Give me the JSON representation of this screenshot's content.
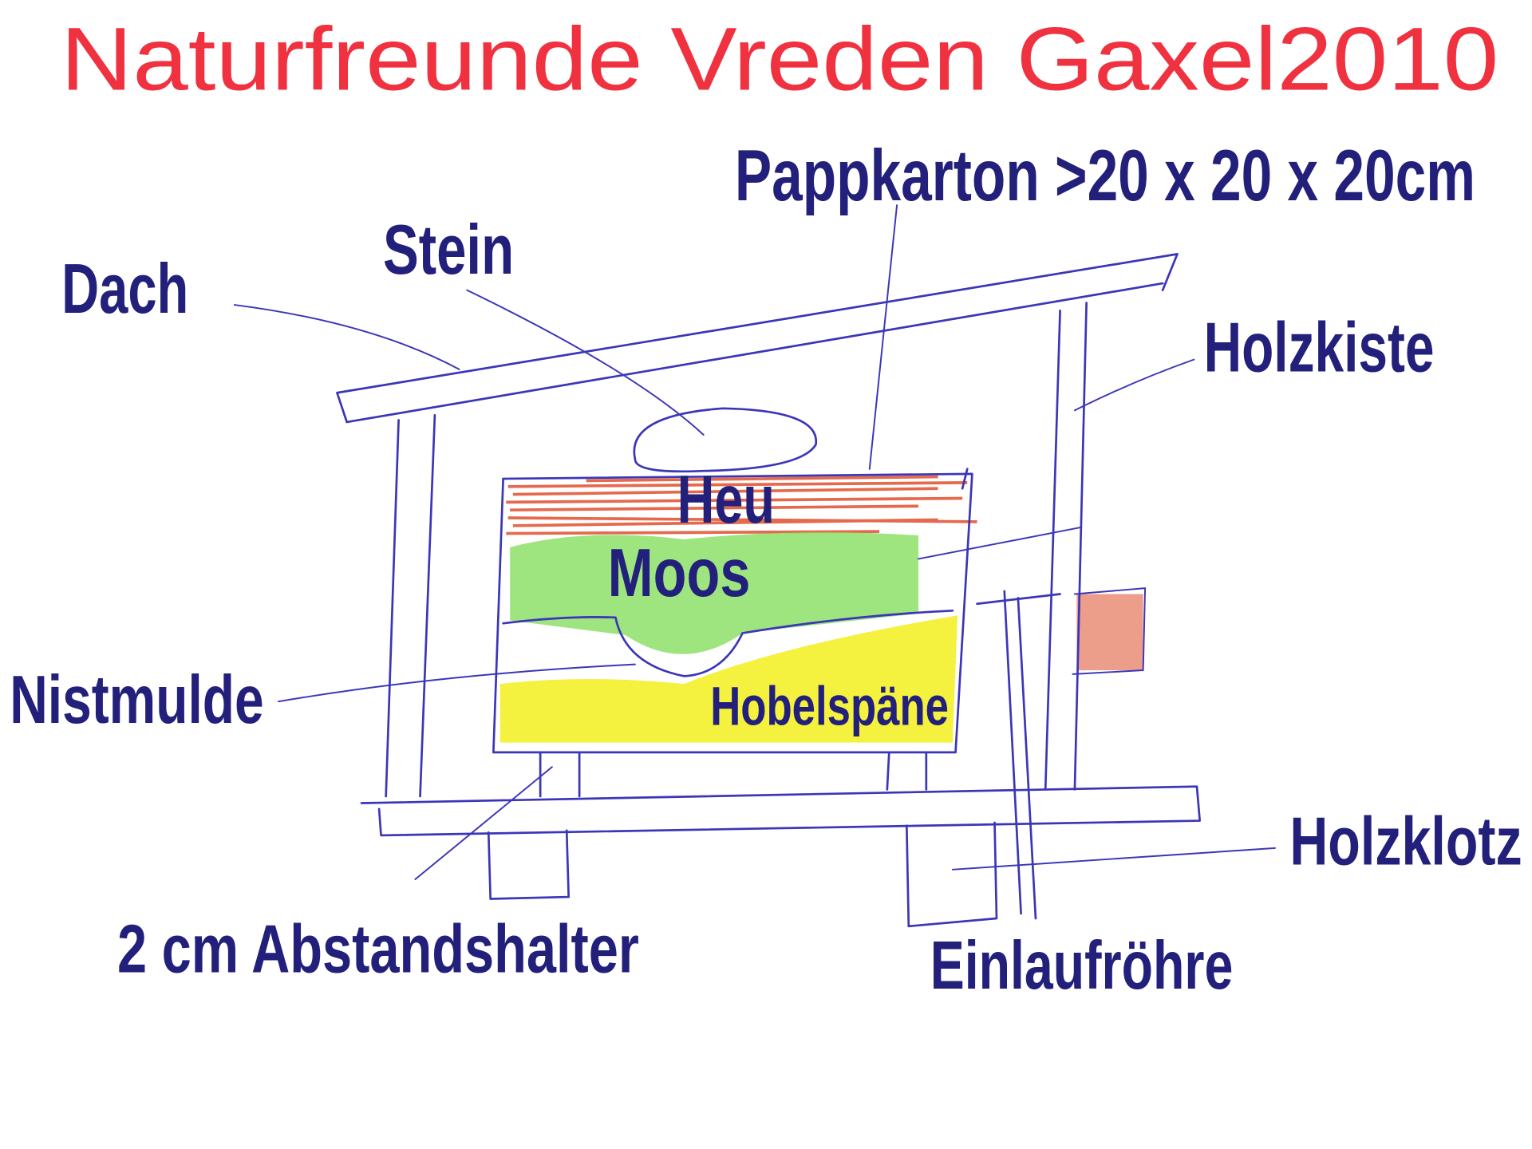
{
  "title": "Naturfreunde Vreden Gaxel2010",
  "labels": {
    "pappkarton": "Pappkarton >20 x 20 x 20cm",
    "stein": "Stein",
    "dach": "Dach",
    "holzkiste": "Holzkiste",
    "heu": "Heu",
    "moos": "Moos",
    "nistmulde": "Nistmulde",
    "hobelspaene": "Hobelspäne",
    "holzklotz": "Holzklotz",
    "abstandshalter": "2 cm Abstandshalter",
    "einlaufroehre": "Einlaufröhre"
  },
  "colors": {
    "title": "#f0313f",
    "label": "#22207a",
    "pen": "#3b36b8",
    "hay": "#e0502f",
    "moss": "#7fd85a",
    "shavings": "#f2ee2a"
  }
}
